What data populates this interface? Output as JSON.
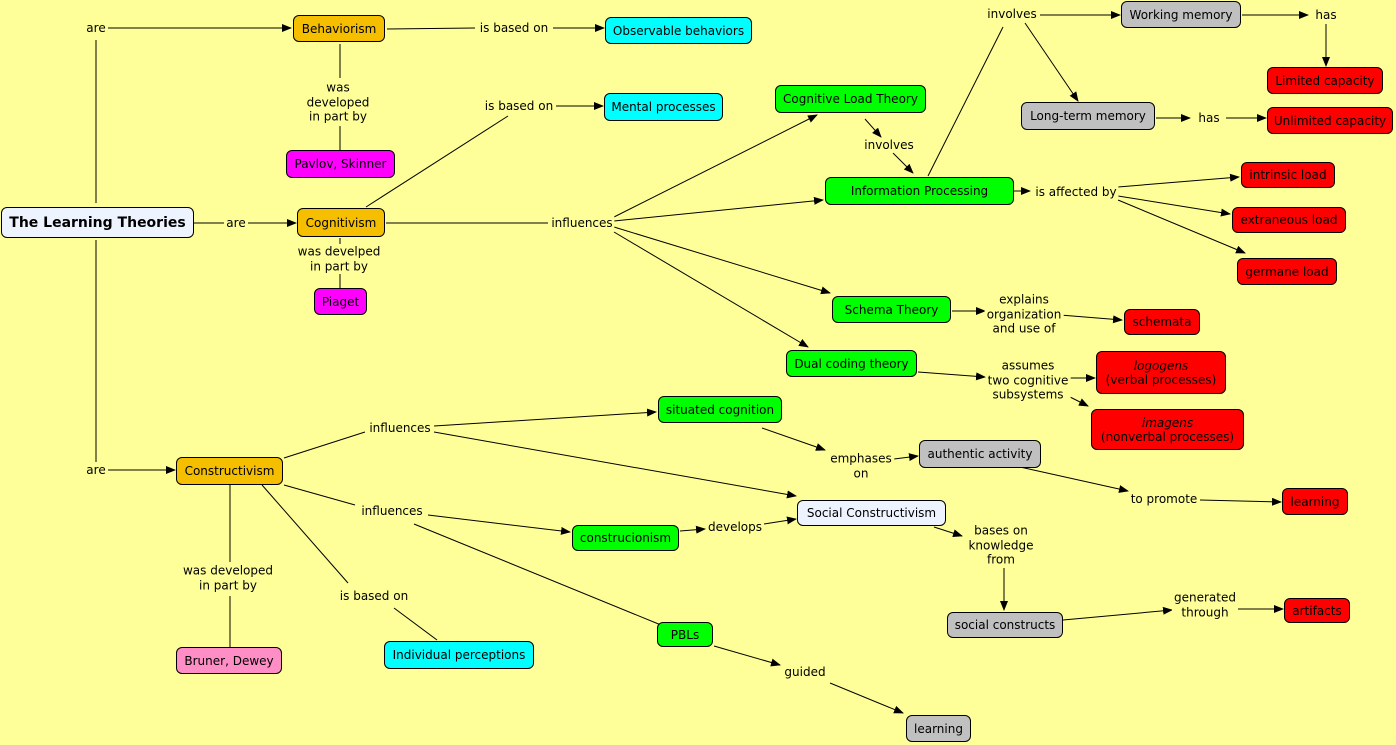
{
  "nodes": {
    "root": "The Learning Theories",
    "behaviorism": "Behaviorism",
    "observable": "Observable behaviors",
    "pavlov": "Pavlov, Skinner",
    "cognitivism": "Cognitivism",
    "mental": "Mental processes",
    "piaget": "Piaget",
    "clt": "Cognitive Load Theory",
    "info": "Information Processing",
    "working": "Working memory",
    "longterm": "Long-term memory",
    "limited": "Limited capacity",
    "unlimited": "Unlimited capacity",
    "intrinsic": "intrinsic load",
    "extraneous": "extraneous load",
    "germane": "germane load",
    "schema": "Schema Theory",
    "schemata": "schemata",
    "dual": "Dual coding theory",
    "logogens": "logogens",
    "logogens_sub": "(verbal processes)",
    "imagens": "imagens",
    "imagens_sub": "(nonverbal processes)",
    "constructivism": "Constructivism",
    "bruner": "Bruner, Dewey",
    "individual": "Individual perceptions",
    "situated": "situated cognition",
    "authentic": "authentic activity",
    "learning1": "learning",
    "social": "Social Constructivism",
    "construc": "construcionism",
    "pbls": "PBLs",
    "learning2": "learning",
    "socialconstructs": "social constructs",
    "artifacts": "artifacts"
  },
  "labels": {
    "are_top": "are",
    "are_mid": "are",
    "are_bot": "are",
    "behav_based": "is based on",
    "behav_dev": "was\ndeveloped\nin part by",
    "cog_based": "is based on",
    "cog_dev": "was develped\nin part by",
    "cog_influences": "influences",
    "clt_involves": "involves",
    "info_involves": "involves",
    "wm_has": "has",
    "ltm_has": "has",
    "affected": "is affected by",
    "explains": "explains\norganization\nand use of",
    "assumes": "assumes\ntwo cognitive\nsubsystems",
    "cons_influences1": "influences",
    "cons_influences2": "influences",
    "cons_dev": "was developed\nin part by",
    "cons_based": "is based on",
    "emphases": "emphases\non",
    "promote": "to promote",
    "develops": "develops",
    "bases": "bases on\nknowledge\nfrom",
    "generated": "generated\nthrough",
    "guided": "guided"
  }
}
